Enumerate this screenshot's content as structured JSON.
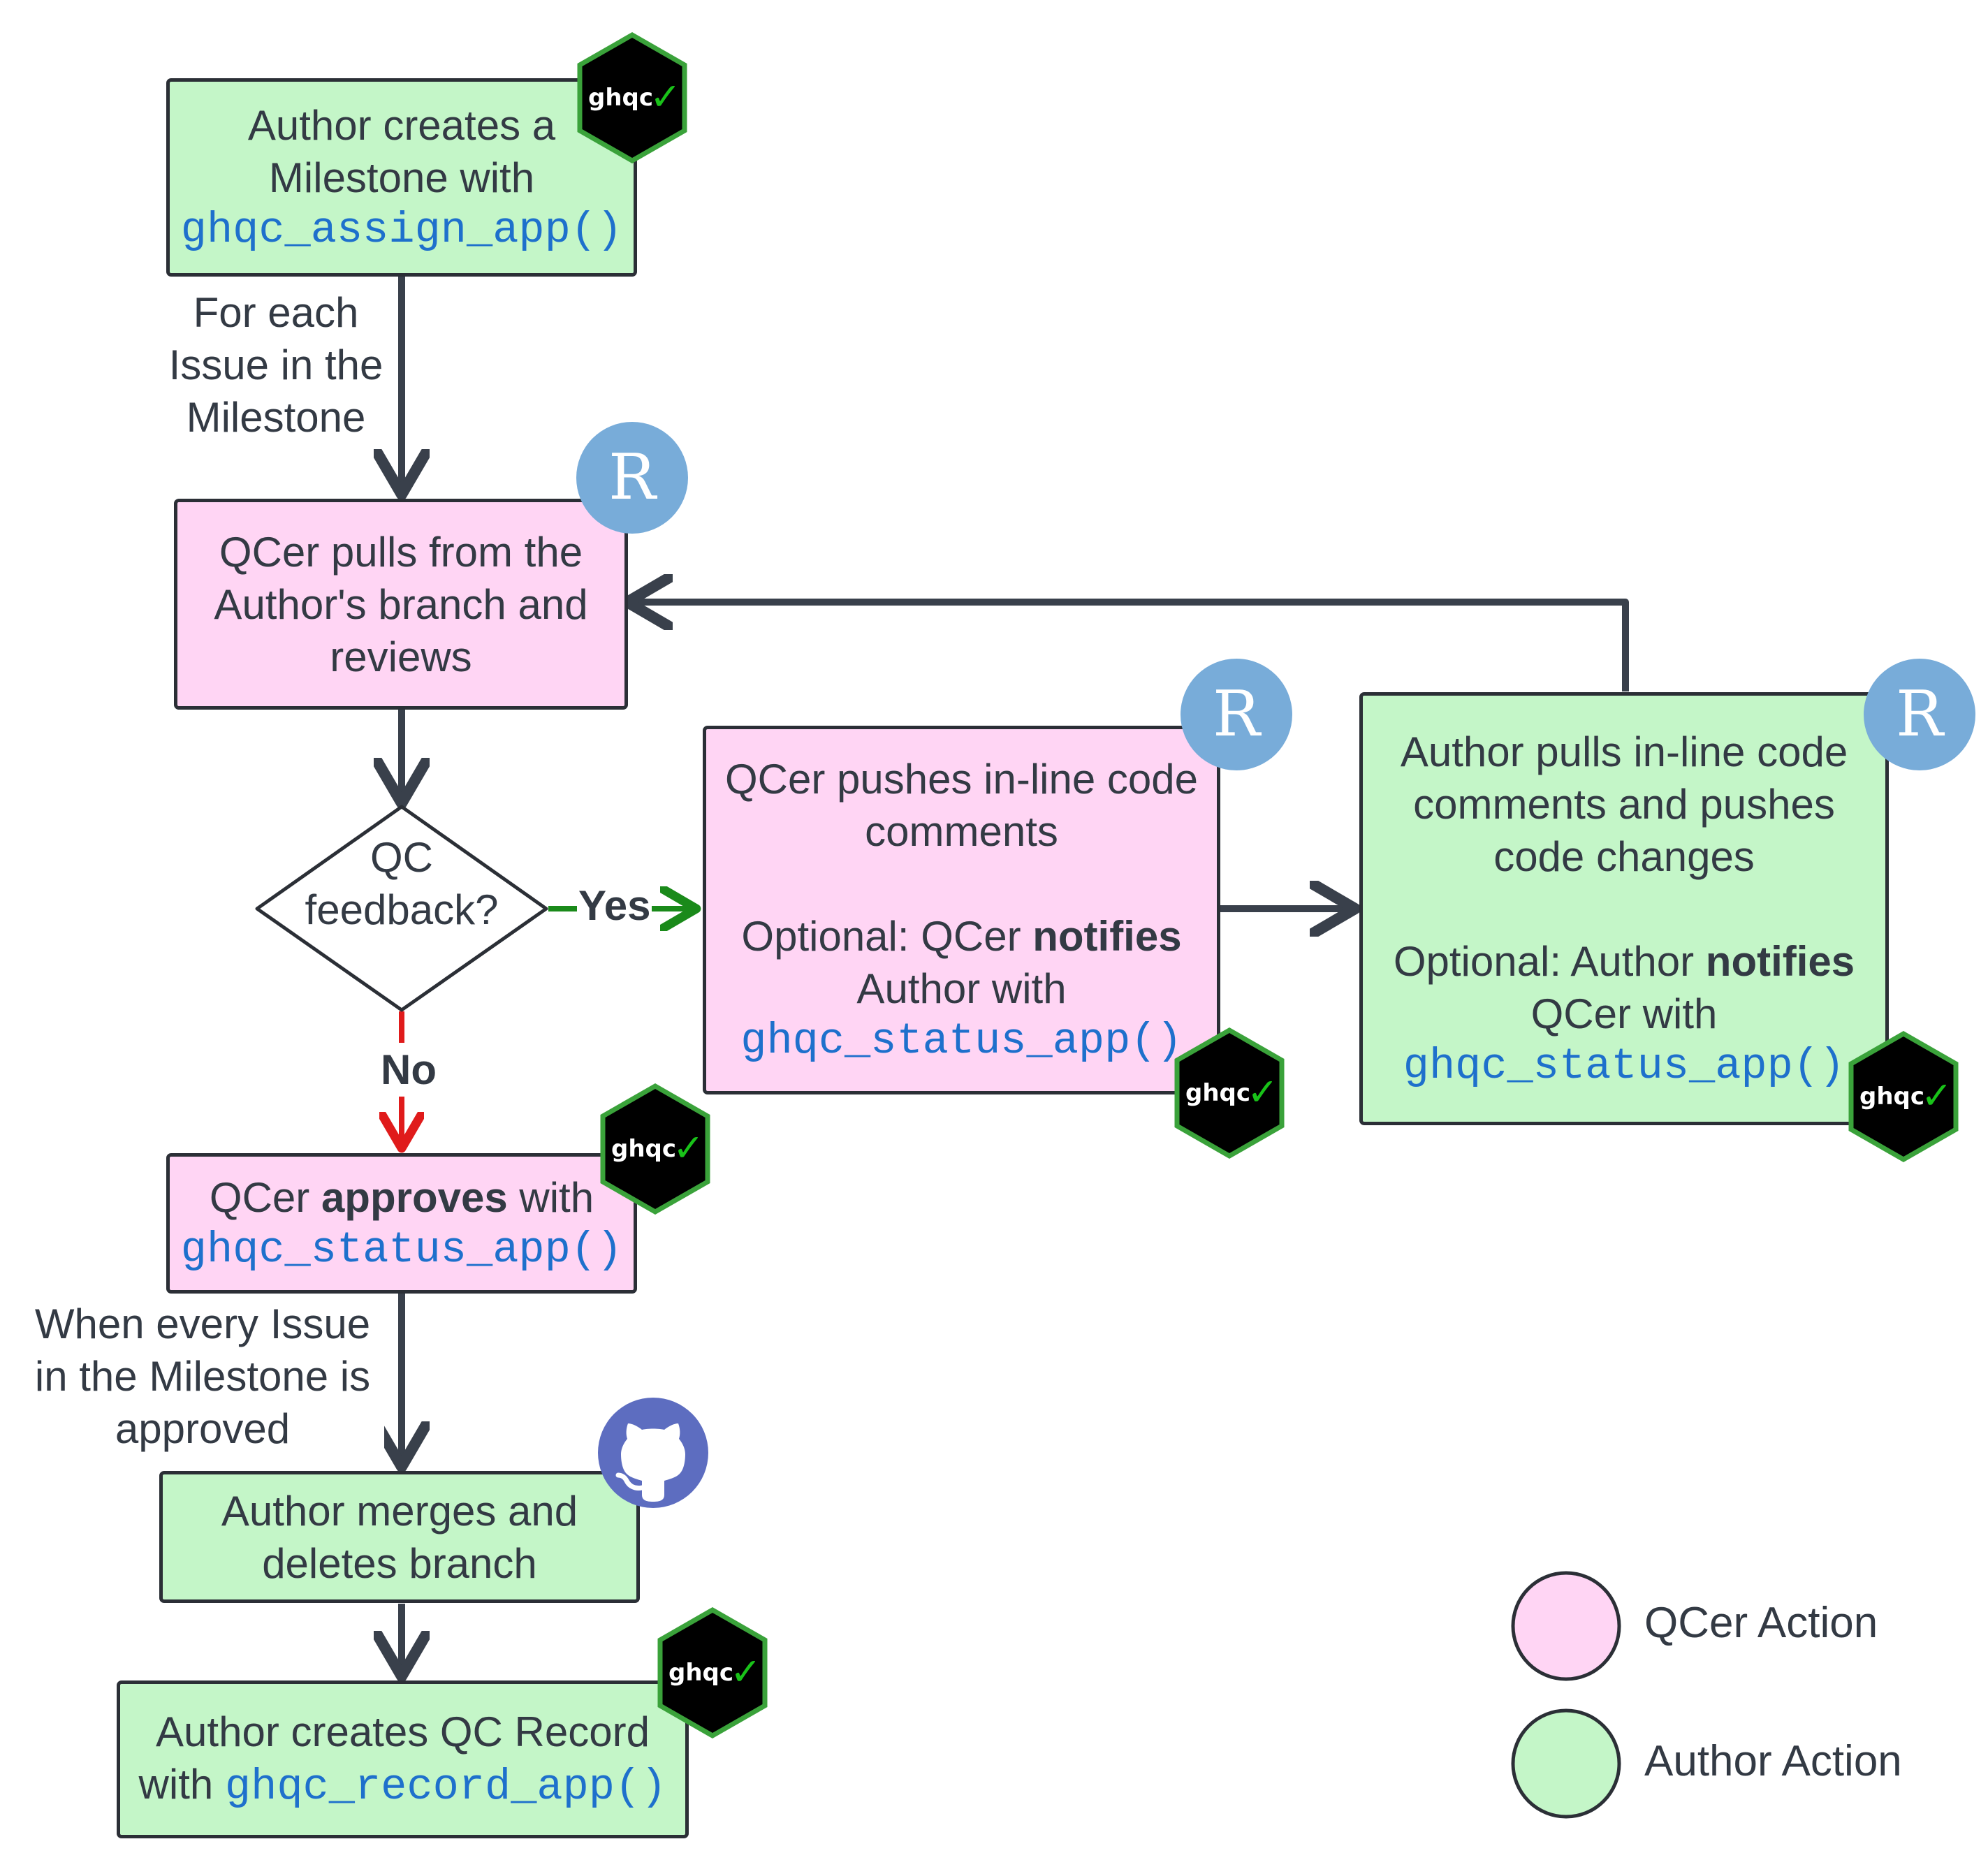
{
  "nodes": {
    "assign": {
      "line1": "Author creates a",
      "line2": "Milestone with",
      "code": "ghqc_assign_app()"
    },
    "pull_review": {
      "line1": "QCer pulls from the",
      "line2": "Author's branch and",
      "line3": "reviews"
    },
    "decision": {
      "line1": "QC",
      "line2": "feedback?"
    },
    "push_comments": {
      "line1": "QCer pushes in-line code",
      "line2": "comments",
      "opt_prefix": "Optional: QCer ",
      "opt_bold": "notifies",
      "line4": "Author with",
      "code": "ghqc_status_app()"
    },
    "author_changes": {
      "line1": "Author pulls in-line code",
      "line2": "comments and pushes",
      "line3": "code changes",
      "opt_prefix": "Optional: Author ",
      "opt_bold": "notifies",
      "line5": "QCer with",
      "code": "ghqc_status_app()"
    },
    "approve": {
      "prefix": "QCer ",
      "bold": "approves",
      "suffix": " with",
      "code": "ghqc_status_app()"
    },
    "merge": {
      "line1": "Author merges and",
      "line2": "deletes branch"
    },
    "record": {
      "line1": "Author creates QC Record",
      "prefix": "with ",
      "code": "ghqc_record_app()"
    }
  },
  "edge_labels": {
    "for_each": [
      "For each",
      "Issue in the",
      "Milestone"
    ],
    "when_every": [
      "When every Issue",
      "in the Milestone is",
      "approved"
    ],
    "yes": "Yes",
    "no": "No"
  },
  "badges": {
    "ghqc_text": "ghqc",
    "check": "✓",
    "r_letter": "R"
  },
  "legend": {
    "qcer": "QCer Action",
    "author": "Author Action"
  },
  "colors": {
    "qcer": "#ffd5f4",
    "author": "#c4f6c8",
    "arrow": "#39404b",
    "yes": "#1a8a1a",
    "no": "#e01b1b",
    "code": "#1e70cc",
    "r_badge": "#78acd9",
    "github": "#5d6dc0",
    "hex_border": "#3aa23a"
  }
}
